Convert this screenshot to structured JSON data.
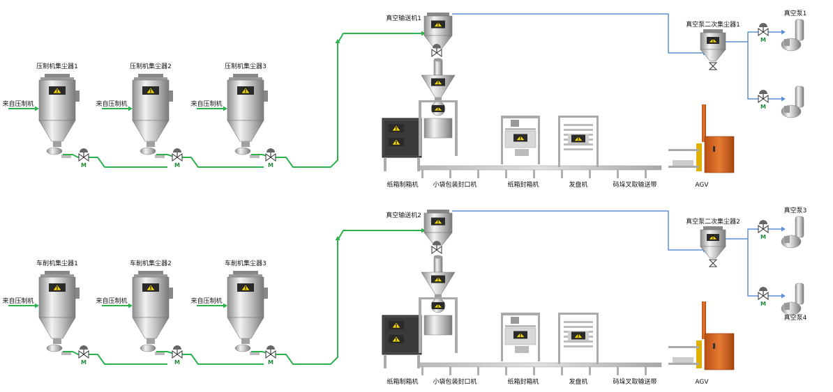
{
  "colors": {
    "powder_line": "#2bb24c",
    "air_line": "#5b8fd6",
    "valve_green": "#1f8a3a",
    "warning": "#f2d40c",
    "agv_orange": "#d8641e"
  },
  "rows": [
    {
      "collectors": [
        {
          "label": "压制机集尘器1",
          "feed": "来自压制机"
        },
        {
          "label": "压制机集尘器2",
          "feed": "来自压制机"
        },
        {
          "label": "压制机集尘器3",
          "feed": "来自压制机"
        }
      ],
      "conveyor": "真空输送机1",
      "secondary": "真空泵二次集尘器1",
      "pumps": [
        "真空泵1",
        ""
      ],
      "machines": {
        "carton_maker": "纸箱制箱机",
        "bag_sealer": "小袋包装封口机",
        "carton_sealer": "纸箱封箱机",
        "tray_dispenser": "发盘机",
        "stack_conveyor": "码垛叉取输送带",
        "agv": "AGV"
      }
    },
    {
      "collectors": [
        {
          "label": "车削机集尘器1",
          "feed": "来自压制机"
        },
        {
          "label": "车削机集尘器2",
          "feed": "来自压制机"
        },
        {
          "label": "车削机集尘器3",
          "feed": "来自压制机"
        }
      ],
      "conveyor": "真空输送机2",
      "secondary": "真空泵二次集尘器2",
      "pumps": [
        "真空泵3",
        "真空泵4"
      ],
      "machines": {
        "carton_maker": "纸箱制箱机",
        "bag_sealer": "小袋包装封口机",
        "carton_sealer": "纸箱封箱机",
        "tray_dispenser": "发盘机",
        "stack_conveyor": "码垛叉取输送带",
        "agv": "AGV"
      }
    }
  ],
  "valve_letter": "M",
  "warning_symbol": "!"
}
